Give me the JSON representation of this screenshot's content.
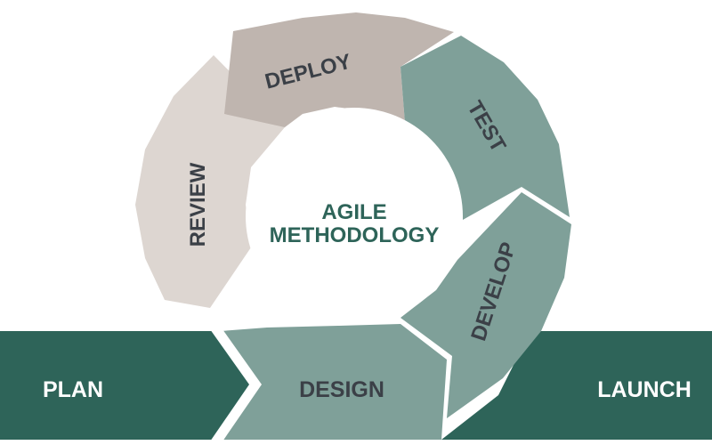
{
  "colors": {
    "dark_green": "#2e6459",
    "sage": "#7fa099",
    "taupe": "#bfb5af",
    "light_beige": "#ddd6d1",
    "text_dark": "#3b4047",
    "text_light": "#ffffff",
    "center_text": "#2e6459"
  },
  "stages": {
    "plan": "PLAN",
    "design": "DESIGN",
    "develop": "DEVELOP",
    "test": "TEST",
    "deploy": "DEPLOY",
    "review": "REVIEW",
    "launch": "LAUNCH"
  },
  "center": {
    "line1": "AGILE",
    "line2": "METHODOLOGY"
  }
}
